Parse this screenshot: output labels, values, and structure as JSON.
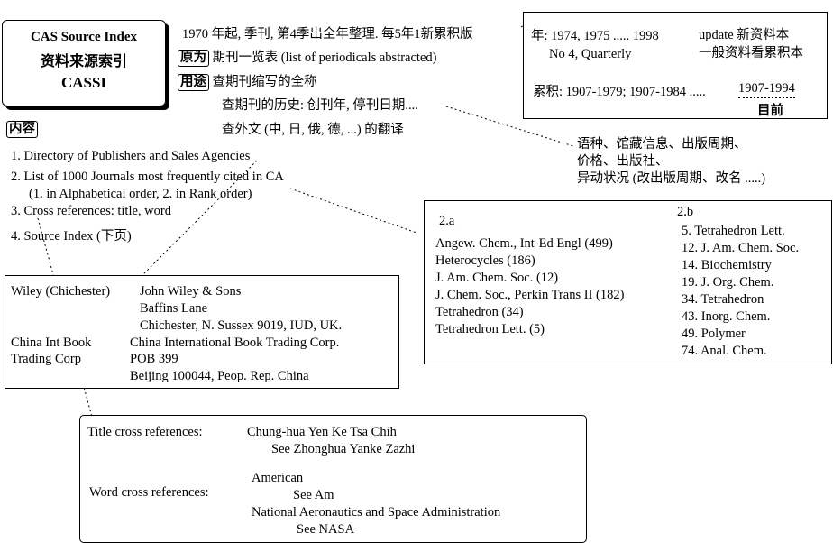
{
  "title_box": {
    "line1": "CAS Source Index",
    "line2": "资料来源索引",
    "line3": "CASSI"
  },
  "header": {
    "line1": "1970 年起, 季刊, 第4季出全年整理. 每5年1新累积版",
    "tag1": "原为",
    "tag1_text": "期刊一览表 (list of periodicals abstracted)",
    "tag2": "用途",
    "use1": "查期刊缩写的全称",
    "use2": "查期刊的历史: 创刊年, 停刊日期....",
    "use3": "查外文 (中, 日, 俄, 德, ...) 的翻译"
  },
  "year_box": {
    "year_line": "年: 1974, 1975 ..... 1998",
    "quarterly": "No 4, Quarterly",
    "update1": "update 新资料本",
    "update2": "一般资料看累积本",
    "cumulative": "累积: 1907-1979; 1907-1984 .....",
    "current_range": "1907-1994",
    "current_label": "目前"
  },
  "history_note": {
    "line1": "语种、馆藏信息、出版周期、",
    "line2": "价格、出版社、",
    "line3": "异动状况 (改出版周期、改名 .....)"
  },
  "contents": {
    "tag": "内容",
    "items": [
      "1. Directory of Publishers and Sales Agencies",
      "2. List of 1000 Journals most frequently cited in CA",
      "(1. in Alphabetical order, 2. in Rank order)",
      "3. Cross references: title, word",
      "4. Source Index (下页)"
    ]
  },
  "publishers": [
    {
      "abbr": "Wiley (Chichester)",
      "lines": [
        "John Wiley & Sons",
        "Baffins Lane",
        "Chichester, N. Sussex 9019, IUD, UK."
      ]
    },
    {
      "abbr": "China Int Book",
      "abbr2": "Trading Corp",
      "lines": [
        "China International Book Trading Corp.",
        "POB 399",
        "Beijing 100044, Peop. Rep. China"
      ]
    }
  ],
  "journals": {
    "a_label": "2.a",
    "a_items": [
      "Angew. Chem., Int-Ed Engl (499)",
      "Heterocycles  (186)",
      "J. Am. Chem. Soc.  (12)",
      "J. Chem. Soc., Perkin Trans II  (182)",
      "Tetrahedron  (34)",
      "Tetrahedron Lett.  (5)"
    ],
    "b_label": "2.b",
    "b_items": [
      "5. Tetrahedron Lett.",
      "12. J. Am. Chem. Soc.",
      "14.  Biochemistry",
      "19.  J. Org. Chem.",
      "34.  Tetrahedron",
      "43.  Inorg. Chem.",
      "49.  Polymer",
      "74.  Anal. Chem."
    ]
  },
  "cross_refs": {
    "title_label": "Title cross references:",
    "title_from": "Chung-hua Yen Ke Tsa Chih",
    "title_see": "See Zhonghua Yanke Zazhi",
    "word_label": "Word cross references:",
    "word1": "American",
    "word1_see": "See Am",
    "word2": "National Aeronautics and Space Administration",
    "word2_see": "See NASA"
  }
}
